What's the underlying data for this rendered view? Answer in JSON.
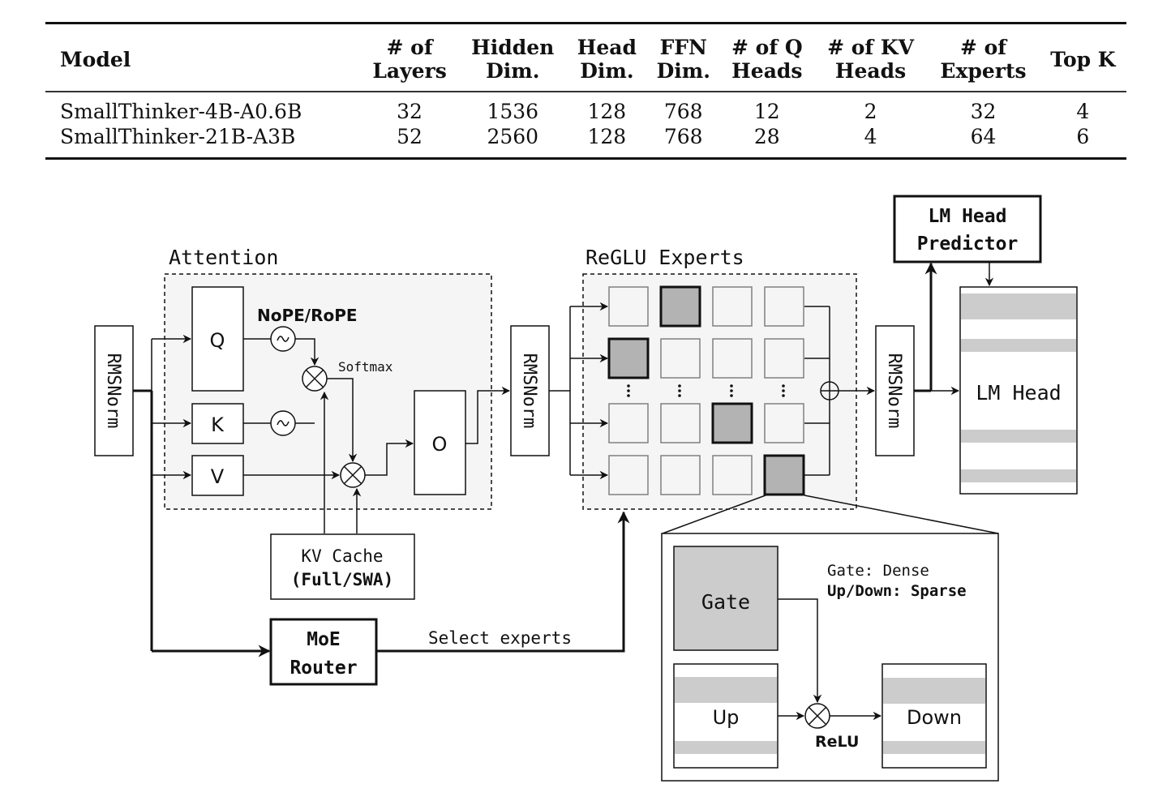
{
  "table": {
    "headers": [
      [
        "Model"
      ],
      [
        "# of",
        "Layers"
      ],
      [
        "Hidden",
        "Dim."
      ],
      [
        "Head",
        "Dim."
      ],
      [
        "FFN",
        "Dim."
      ],
      [
        "# of Q",
        "Heads"
      ],
      [
        "# of KV",
        "Heads"
      ],
      [
        "# of",
        "Experts"
      ],
      [
        "Top K"
      ]
    ],
    "rows": [
      [
        "SmallThinker-4B-A0.6B",
        "32",
        "1536",
        "128",
        "768",
        "12",
        "2",
        "32",
        "4"
      ],
      [
        "SmallThinker-21B-A3B",
        "52",
        "2560",
        "128",
        "768",
        "28",
        "4",
        "64",
        "6"
      ]
    ]
  },
  "diagram": {
    "attention_label": "Attention",
    "experts_label": "ReGLU Experts",
    "rmsnorm_label": "RMSNorm",
    "q_label": "Q",
    "k_label": "K",
    "v_label": "V",
    "o_label": "O",
    "pos_enc_label": "NoPE/RoPE",
    "softmax_label": "Softmax",
    "kv_cache_line1": "KV Cache",
    "kv_cache_line2": "(Full/SWA)",
    "router_line1": "MoE",
    "router_line2": "Router",
    "select_label": "Select experts",
    "predictor_line1": "LM Head",
    "predictor_line2": "Predictor",
    "lm_head_label": "LM Head",
    "gate_label": "Gate",
    "up_label": "Up",
    "down_label": "Down",
    "relu_label": "ReLU",
    "gate_note": "Gate: Dense",
    "updown_note": "Up/Down: Sparse",
    "expert_grid": {
      "rows": 4,
      "cols": 4,
      "active": [
        [
          0,
          1
        ],
        [
          1,
          0
        ],
        [
          2,
          2
        ],
        [
          3,
          3
        ]
      ],
      "ellipsis_after_row": 1
    },
    "colors": {
      "stroke": "#111111",
      "panel_bg": "#f5f5f5",
      "active_expert": "#b3b3b3",
      "inactive_border": "#808080",
      "gate_fill": "#cccccc",
      "stripe": "#cccccc"
    }
  }
}
